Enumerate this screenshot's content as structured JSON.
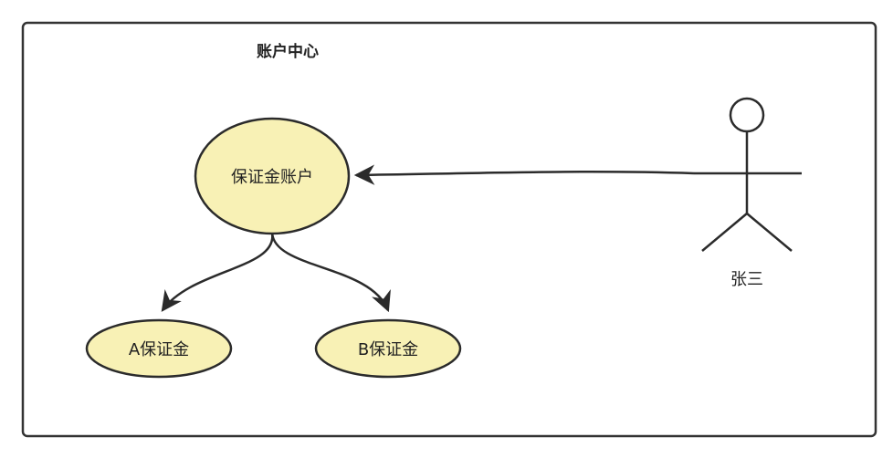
{
  "diagram": {
    "title": "账户中心",
    "colors": {
      "node_fill": "#f8f1b5",
      "stroke": "#2b2b2b",
      "boundary": "#333333",
      "background": "#ffffff"
    },
    "nodes": [
      {
        "id": "root",
        "label": "保证金账户"
      },
      {
        "id": "a",
        "label": "A保证金"
      },
      {
        "id": "b",
        "label": "B保证金"
      }
    ],
    "actor": {
      "label": "张三"
    },
    "edges": [
      {
        "from": "actor",
        "to": "root"
      },
      {
        "from": "root",
        "to": "a"
      },
      {
        "from": "root",
        "to": "b"
      }
    ]
  }
}
